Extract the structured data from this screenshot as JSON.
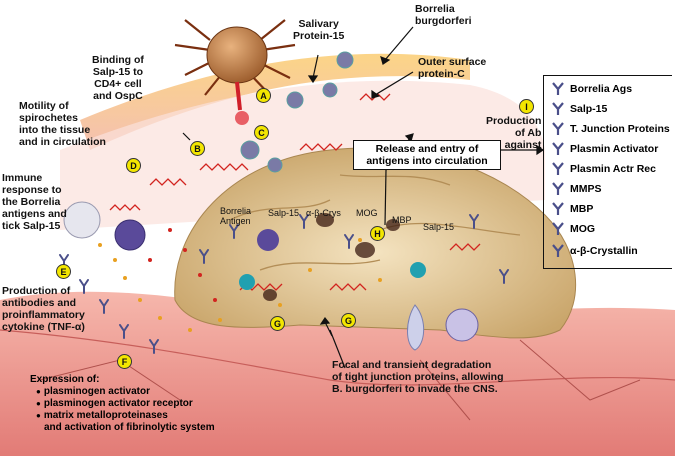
{
  "labels": {
    "salivary": "Salivary\nProtein-15",
    "borrelia": "Borrelia\nburgdorferi",
    "outer_surface": "Outer surface\nprotein-C",
    "binding": "Binding of\nSalp-15 to\nCD4+ cell\nand OspC",
    "motility": "Motility of\nspirochetes\ninto the tissue\nand in circulation",
    "production_ab": "Production\nof Ab\nagainst",
    "release": "Release and entry of\nantigens into circulation",
    "immune": "Immune\nresponse to\nthe Borrelia\nantigens and\ntick Salp-15",
    "production_cyto": "Production of\nantibodies and\nproinflammatory\ncytokine (TNF-α)",
    "brain_borrelia": "Borrelia\nAntigen",
    "brain_salp15": "Salp-15",
    "brain_crys": "α-β-Crys",
    "brain_mog": "MOG",
    "brain_mbp": "MBP",
    "brain_salp15b": "Salp-15",
    "focal": "Focal and transient degradation\nof tight junction proteins, allowing\nB. burgdorferi to invade the CNS.",
    "expression_title": "Expression of:",
    "expression_items": [
      "plasminogen activator",
      "plasminogen activator receptor",
      "matrix metalloproteinases"
    ],
    "expression_tail": "and activation of fibrinolytic system"
  },
  "markers": [
    "A",
    "B",
    "C",
    "D",
    "E",
    "F",
    "G",
    "G",
    "H",
    "I"
  ],
  "legend": [
    "Borrelia Ags",
    "Salp-15",
    "T. Junction Proteins",
    "Plasmin Activator",
    "Plasmin Actr Rec",
    "MMPS",
    "MBP",
    "MOG",
    "α-β-Crystallin"
  ],
  "colors": {
    "brain": "#e8d2a6",
    "tissue": "#e98a86",
    "skin": "#f3b25c",
    "spirochete": "#d2241f",
    "antibody": "#4a4f8a",
    "marker": "#f3e600"
  }
}
